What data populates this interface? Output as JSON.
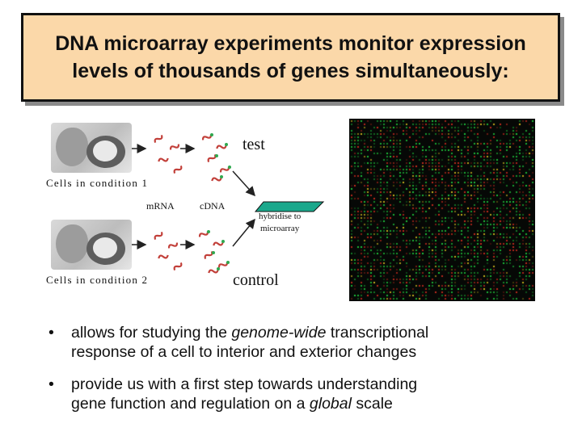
{
  "title": {
    "line1": "DNA microarray experiments monitor expression",
    "line2": "levels of thousands of genes simultaneously:"
  },
  "diagram": {
    "label_test": "test",
    "label_control": "control",
    "label_cells_1": "Cells in condition 1",
    "label_cells_2": "Cells in condition 2",
    "label_mrna": "mRNA",
    "label_cdna": "cDNA",
    "label_hybridise_1": "hybridise to",
    "label_hybridise_2": "microarray",
    "colors": {
      "strand": "#c2403a",
      "glow": "#2fa84f",
      "chip": "#1ba88c"
    }
  },
  "microarray_image": {
    "spot_colors": [
      "#1ec23a",
      "#c22a1e",
      "#c8b21e"
    ],
    "background": "#060806"
  },
  "bullets": [
    {
      "marker": "•",
      "parts": [
        {
          "text": "allows for studying the ",
          "em": false
        },
        {
          "text": "genome-wide",
          "em": true
        },
        {
          "text": " transcriptional",
          "em": false
        }
      ],
      "line2": "response of a cell to interior and exterior changes"
    },
    {
      "marker": "•",
      "line1": "provide us with a first step towards understanding",
      "parts2": [
        {
          "text": "gene function and regulation on a ",
          "em": false
        },
        {
          "text": "global",
          "em": true
        },
        {
          "text": " scale",
          "em": false
        }
      ]
    }
  ]
}
